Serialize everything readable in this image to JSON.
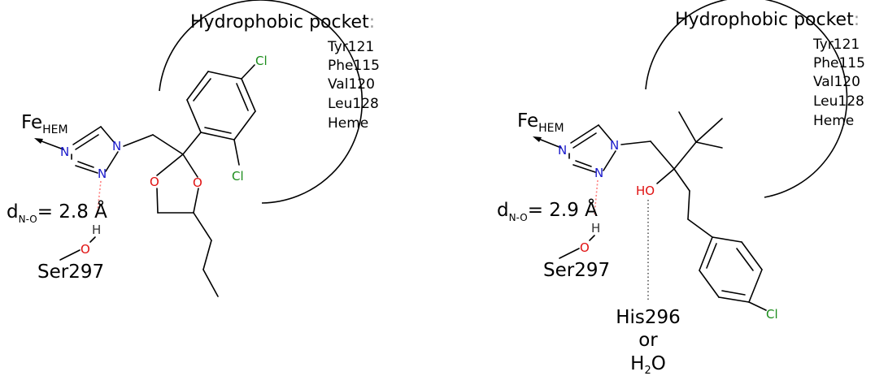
{
  "colors": {
    "nitrogen": "#1a1acc",
    "oxygen": "#e01010",
    "chlorine": "#1a8c1a",
    "bond": "#000000",
    "hbond": "#ff8080"
  },
  "atoms": {
    "N": "N",
    "O": "O",
    "Cl": "Cl",
    "H": "H",
    "HO": "HO"
  },
  "left": {
    "pocket_title": "Hydrophobic pocket",
    "pocket_colon": ":",
    "residues": [
      "Tyr121",
      "Phe115",
      "Val120",
      "Leu128",
      "Heme"
    ],
    "fe_label": "Fe",
    "fe_sub": "HEM",
    "distance_main": "d",
    "distance_sub": "N-O",
    "distance_value": "= 2.8 Å",
    "serine": "Ser297"
  },
  "right": {
    "pocket_title": "Hydrophobic pocket",
    "pocket_colon": ":",
    "residues": [
      "Tyr121",
      "Phe115",
      "Val120",
      "Leu128",
      "Heme"
    ],
    "fe_label": "Fe",
    "fe_sub": "HEM",
    "distance_main": "d",
    "distance_sub": "N-O",
    "distance_value": "= 2.9 Å",
    "serine": "Ser297",
    "partner_line1": "His296",
    "partner_line2": "or",
    "partner_line3_main": "H",
    "partner_line3_sub": "2",
    "partner_line3_tail": "O"
  }
}
